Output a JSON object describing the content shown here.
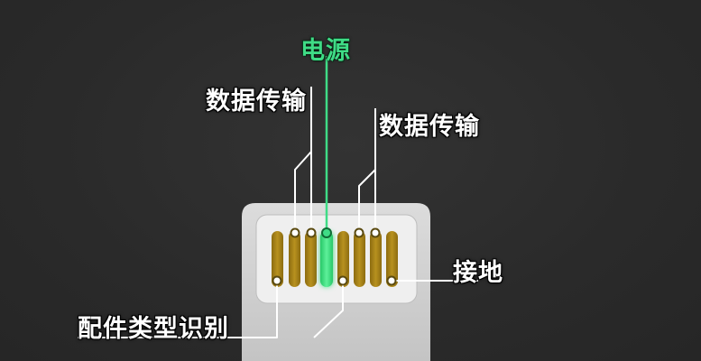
{
  "labels": {
    "power": "电源",
    "data_left": "数据传输",
    "data_right": "数据传输",
    "ground": "接地",
    "accessory_id": "配件类型识别"
  },
  "colors": {
    "background": "#2b2b2b",
    "plug_body": "#d4d4d4",
    "contact_gold": "#b08a1a",
    "power_green": "#35e07d",
    "label_text": "#ffffff",
    "power_label": "#3fdc86"
  }
}
